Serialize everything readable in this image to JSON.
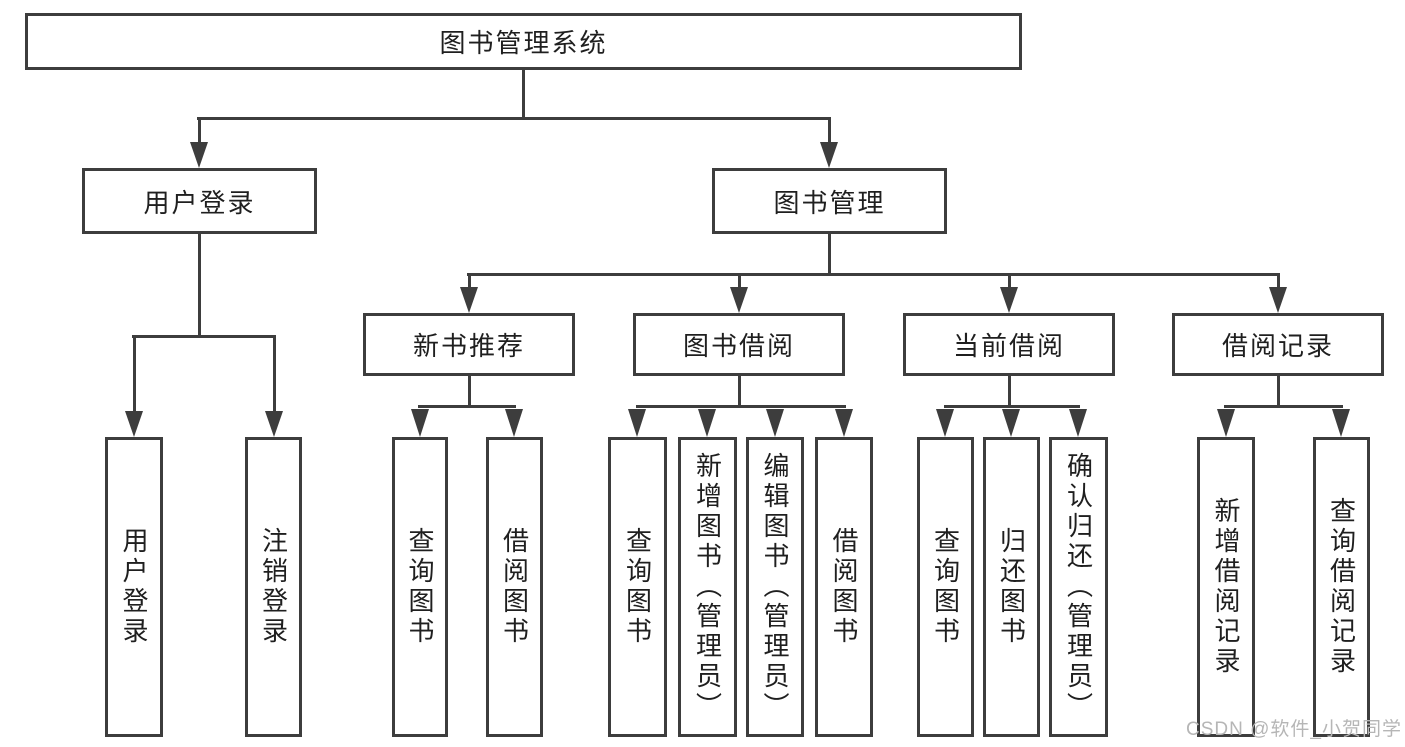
{
  "tree": {
    "root": {
      "label": "图书管理系统"
    },
    "branches": [
      {
        "label": "用户登录",
        "children": [
          {
            "label": "用户登录"
          },
          {
            "label": "注销登录"
          }
        ]
      },
      {
        "label": "图书管理",
        "sections": [
          {
            "label": "新书推荐",
            "children": [
              {
                "label": "查询图书"
              },
              {
                "label": "借阅图书"
              }
            ]
          },
          {
            "label": "图书借阅",
            "children": [
              {
                "label": "查询图书"
              },
              {
                "label": "新增图书（管理员）"
              },
              {
                "label": "编辑图书（管理员）"
              },
              {
                "label": "借阅图书"
              }
            ]
          },
          {
            "label": "当前借阅",
            "children": [
              {
                "label": "查询图书"
              },
              {
                "label": "归还图书"
              },
              {
                "label": "确认归还（管理员）"
              }
            ]
          },
          {
            "label": "借阅记录",
            "children": [
              {
                "label": "新增借阅记录"
              },
              {
                "label": "查询借阅记录"
              }
            ]
          }
        ]
      }
    ]
  },
  "watermark": {
    "text": "CSDN @软件_小贺同学"
  },
  "colors": {
    "line": "#3d3d3d",
    "text": "#1f1f1f",
    "background": "#ffffff",
    "watermark": "#b6b6b6"
  }
}
